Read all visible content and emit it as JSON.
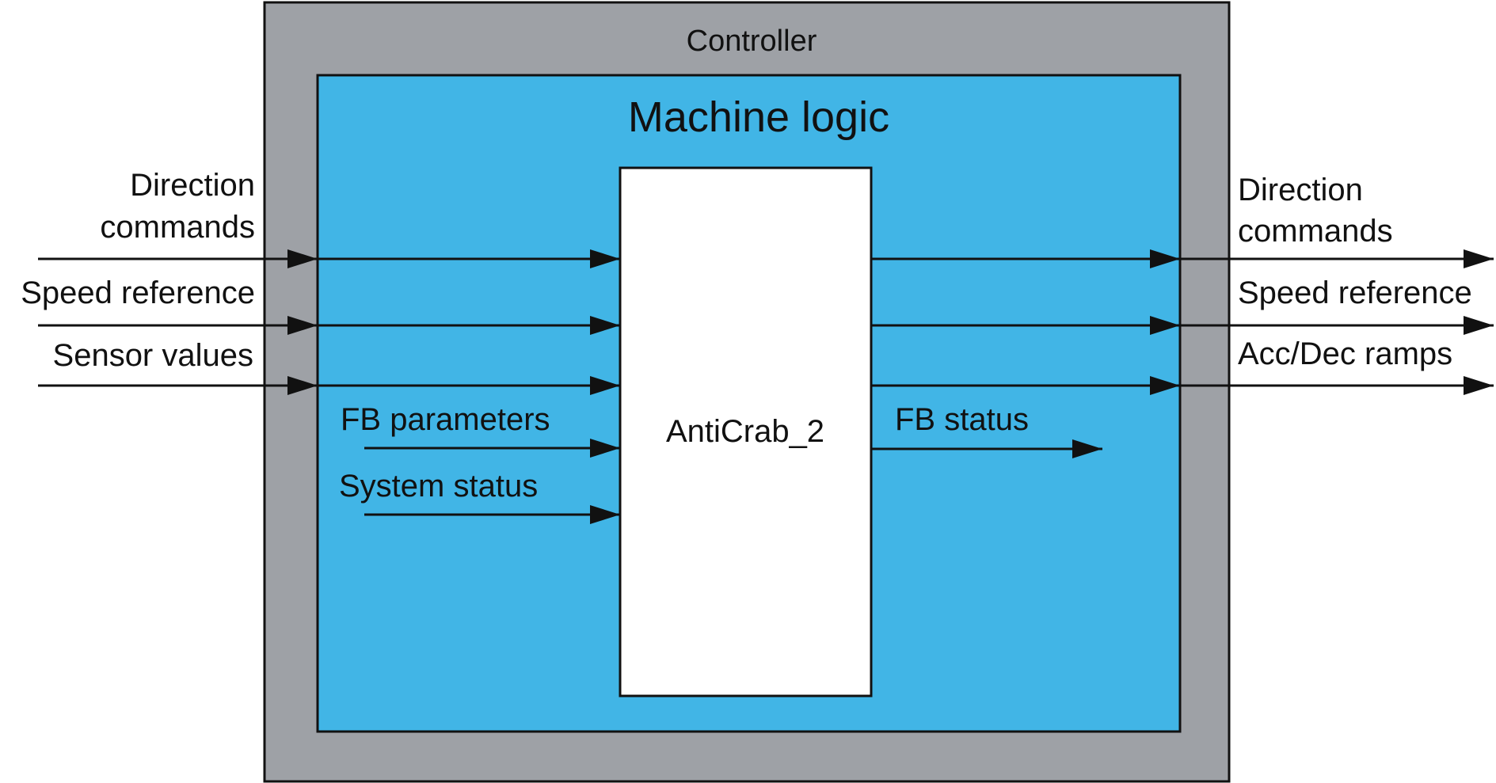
{
  "controller": {
    "title": "Controller"
  },
  "machine_logic": {
    "title": "Machine logic"
  },
  "function_block": {
    "name": "AntiCrab_2"
  },
  "left_inputs": {
    "direction_commands_line1": "Direction",
    "direction_commands_line2": "commands",
    "speed_reference": "Speed reference",
    "sensor_values": "Sensor values"
  },
  "internal_inputs": {
    "fb_parameters": "FB parameters",
    "system_status": "System status"
  },
  "internal_outputs": {
    "fb_status": "FB status"
  },
  "right_outputs": {
    "direction_commands_line1": "Direction",
    "direction_commands_line2": "commands",
    "speed_reference": "Speed reference",
    "acc_dec_ramps": "Acc/Dec ramps"
  },
  "colors": {
    "controller_fill": "#9ea1a6",
    "machine_logic_fill": "#41b5e6",
    "block_fill": "#ffffff",
    "stroke": "#111111"
  }
}
